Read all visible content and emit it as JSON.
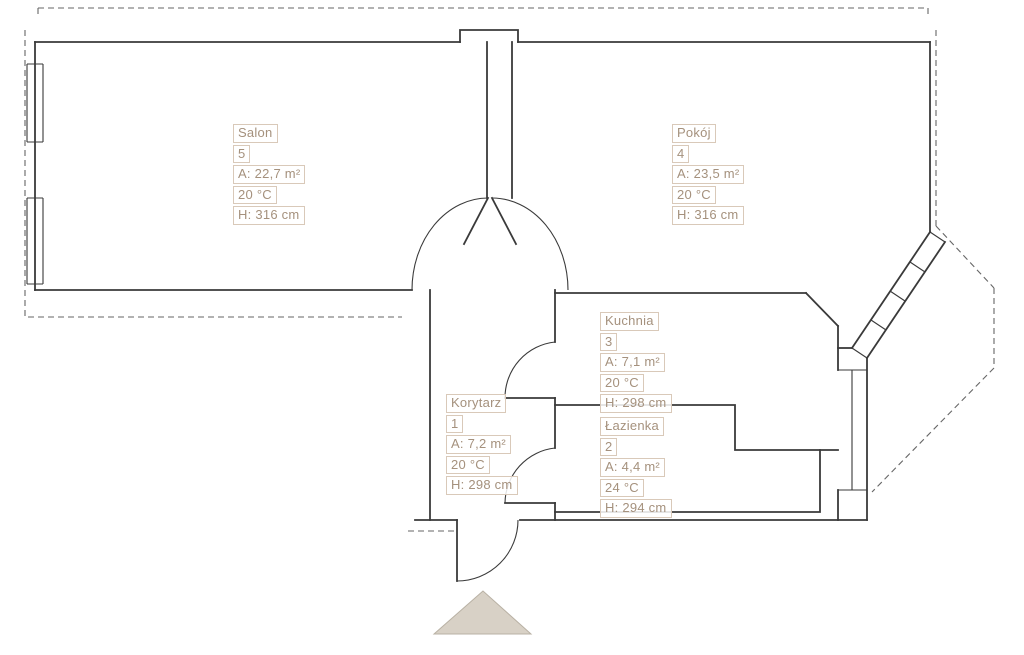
{
  "rooms": [
    {
      "name": "Salon",
      "number": "5",
      "area": "A: 22,7 m²",
      "temp": "20 °C",
      "height": "H: 316 cm"
    },
    {
      "name": "Pokój",
      "number": "4",
      "area": "A: 23,5 m²",
      "temp": "20 °C",
      "height": "H: 316 cm"
    },
    {
      "name": "Kuchnia",
      "number": "3",
      "area": "A: 7,1 m²",
      "temp": "20 °C",
      "height": "H: 298 cm"
    },
    {
      "name": "Korytarz",
      "number": "1",
      "area": "A: 7,2 m²",
      "temp": "20 °C",
      "height": "H: 298 cm"
    },
    {
      "name": "Łazienka",
      "number": "2",
      "area": "A: 4,4 m²",
      "temp": "24 °C",
      "height": "H: 294 cm"
    }
  ],
  "colors": {
    "wall": "#3a3a3a",
    "boundary_dash": "#666666",
    "label_border": "#d9c9b9",
    "label_text": "#a5917d",
    "arrow_fill": "#d8d1c6",
    "arrow_stroke": "#b9b1a4",
    "background": "#ffffff"
  }
}
